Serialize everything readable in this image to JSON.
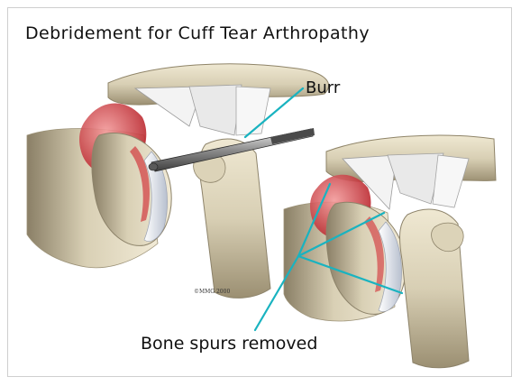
{
  "title": "Debridement for Cuff Tear Arthropathy",
  "labels": {
    "burr": "Burr",
    "bone_spurs": "Bone spurs removed"
  },
  "copyright": "©MMG 2000",
  "colors": {
    "leader_line": "#19b3c0",
    "bone": "#e3d9bf",
    "cartilage": "#eef1f7",
    "tissue_red": "#c8282e"
  }
}
